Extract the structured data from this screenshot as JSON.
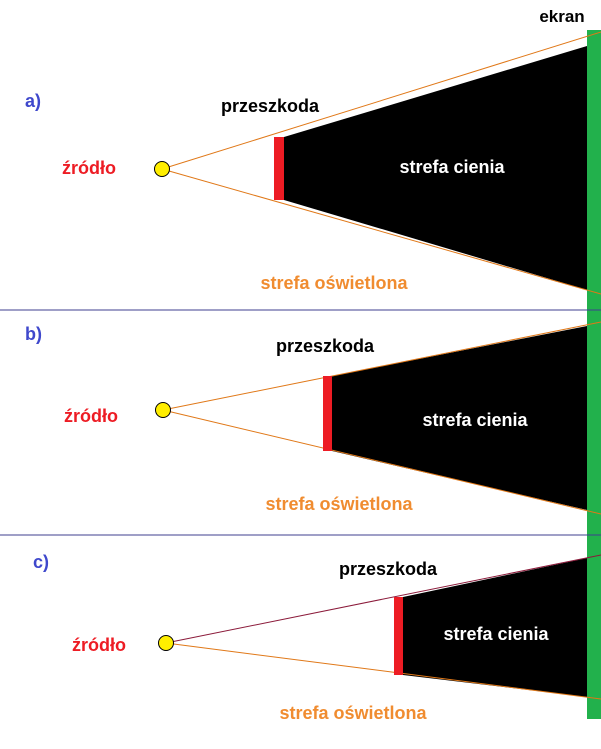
{
  "screen_label": "ekran",
  "colors": {
    "screen": "#22b14c",
    "obstacle": "#ed1c24",
    "shadow": "#000000",
    "ray": "#e07818",
    "ray_c_top": "#8b1a3a",
    "source_fill": "#ffee00",
    "divider": "#3f3f8f",
    "panel_letter": "#3f48cc",
    "source_text": "#ed1c24",
    "lit_text": "#f08c30",
    "obstacle_text": "#000000",
    "shadow_text": "#ffffff"
  },
  "panels": [
    {
      "letter": "a)",
      "source_label": "źródło",
      "obstacle_label": "przeszkoda",
      "shadow_label": "strefa cienia",
      "lit_label": "strefa oświetlona"
    },
    {
      "letter": "b)",
      "source_label": "źródło",
      "obstacle_label": "przeszkoda",
      "shadow_label": "strefa cienia",
      "lit_label": "strefa oświetlona"
    },
    {
      "letter": "c)",
      "source_label": "źródło",
      "obstacle_label": "przeszkoda",
      "shadow_label": "strefa cienia",
      "lit_label": "strefa oświetlona"
    }
  ]
}
